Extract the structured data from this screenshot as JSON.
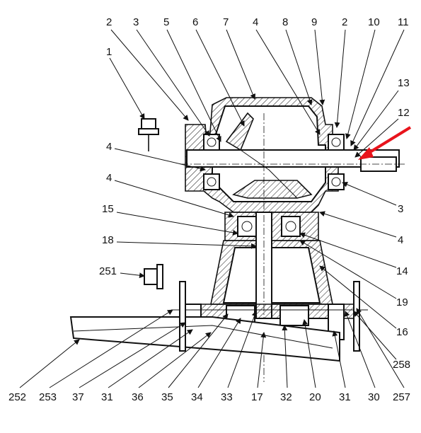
{
  "diagram": {
    "accent_color": "#e8141c",
    "labels": [
      "2",
      "3",
      "5",
      "6",
      "7",
      "4",
      "8",
      "9",
      "2",
      "10",
      "11",
      "1",
      "13",
      "12",
      "4",
      "4",
      "3",
      "15",
      "4",
      "18",
      "14",
      "251",
      "19",
      "16",
      "258",
      "252",
      "253",
      "37",
      "31",
      "36",
      "35",
      "34",
      "33",
      "17",
      "32",
      "20",
      "31",
      "30",
      "257"
    ],
    "icons": {
      "pointer": "red-arrow-icon"
    }
  }
}
